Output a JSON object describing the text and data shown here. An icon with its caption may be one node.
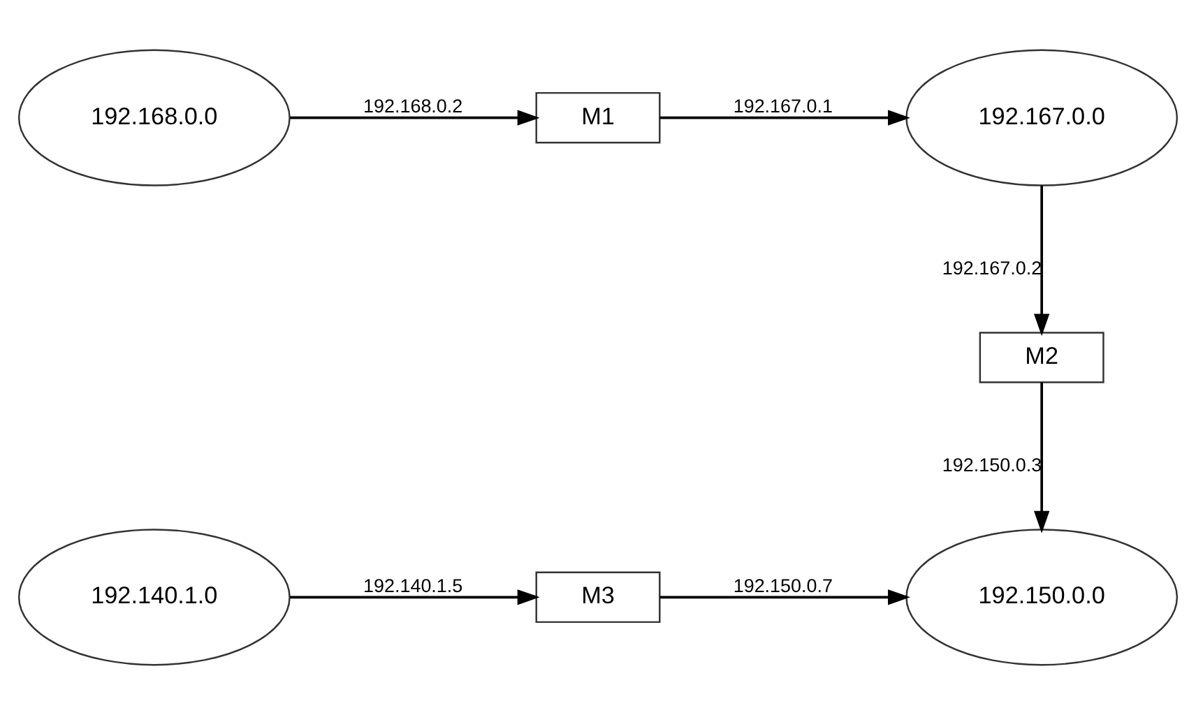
{
  "diagram": {
    "nodes": [
      {
        "text": [
          "192.168.0.0"
        ]
      },
      {
        "text": [
          "M1"
        ]
      },
      {
        "text": [
          "192.167.0.0"
        ]
      },
      {
        "text": [
          "M2"
        ]
      },
      {
        "text": [
          "192.140.1.0"
        ]
      },
      {
        "text": [
          "M3"
        ]
      },
      {
        "text": [
          "192.150.0.0"
        ]
      }
    ],
    "edges": [
      {
        "from": 0,
        "to": 1,
        "arrow": "to",
        "label": "192.168.0.2"
      },
      {
        "from": 1,
        "to": 2,
        "arrow": "to",
        "label": "192.167.0.1"
      },
      {
        "from": 2,
        "to": 3,
        "arrow": "to",
        "label": "192.167.0.2"
      },
      {
        "from": 3,
        "to": 6,
        "arrow": "to",
        "label": "192.150.0.3"
      },
      {
        "from": 4,
        "to": 5,
        "arrow": "to",
        "label": "192.140.1.5"
      },
      {
        "from": 5,
        "to": 6,
        "arrow": "to",
        "label": "192.150.0.7"
      }
    ]
  }
}
